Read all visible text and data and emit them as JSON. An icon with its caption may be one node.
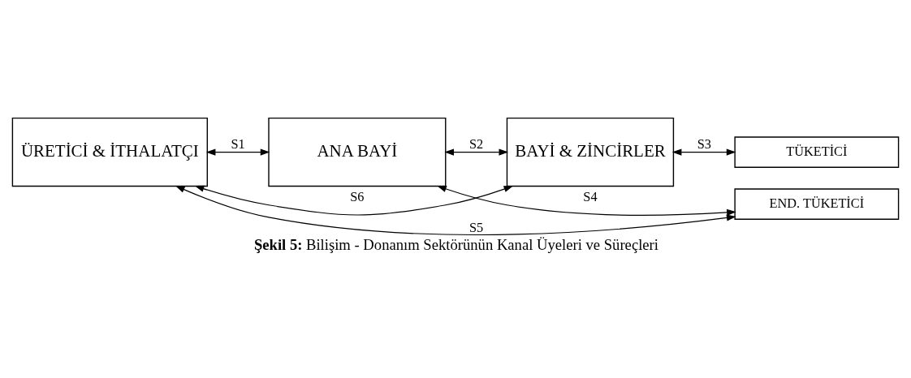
{
  "diagram": {
    "caption": "**Şekil 5:** Bilişim - Donanım Sektörünün Kanal Üyeleri ve Süreçleri",
    "nodes": [
      {
        "text": [
          "ÜRETİCİ & İTHALATÇI"
        ]
      },
      {
        "text": [
          "ANA BAYİ"
        ]
      },
      {
        "text": [
          "BAYİ & ZİNCİRLER"
        ]
      },
      {
        "text": [
          "TÜKETİCİ"
        ]
      },
      {
        "text": [
          "END. TÜKETİCİ"
        ]
      }
    ],
    "edges": [
      {
        "from": 0,
        "to": 1,
        "arrow": "both",
        "label": "S1"
      },
      {
        "from": 1,
        "to": 2,
        "arrow": "both",
        "label": "S2"
      },
      {
        "from": 2,
        "to": 3,
        "arrow": "both",
        "label": "S3"
      },
      {
        "from": 4,
        "to": 1,
        "arrow": "both",
        "label": "S4"
      },
      {
        "from": 4,
        "to": 0,
        "arrow": "both",
        "label": "S5"
      },
      {
        "from": 0,
        "to": 2,
        "arrow": "both",
        "label": "S6"
      }
    ]
  }
}
